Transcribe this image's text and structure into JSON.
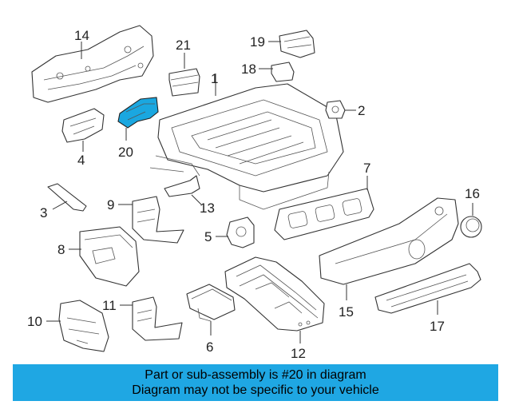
{
  "callouts": {
    "c1": "1",
    "c2": "2",
    "c3": "3",
    "c4": "4",
    "c5": "5",
    "c6": "6",
    "c7": "7",
    "c8": "8",
    "c9": "9",
    "c10": "10",
    "c11": "11",
    "c12": "12",
    "c13": "13",
    "c14": "14",
    "c15": "15",
    "c16": "16",
    "c17": "17",
    "c18": "18",
    "c19": "19",
    "c20": "20",
    "c21": "21"
  },
  "highlight_color": "#1aa7e0",
  "banner": {
    "line1": "Part or sub-assembly is #20 in diagram",
    "line2": "Diagram may not be specific to your vehicle",
    "color": "#1fa7e3"
  }
}
